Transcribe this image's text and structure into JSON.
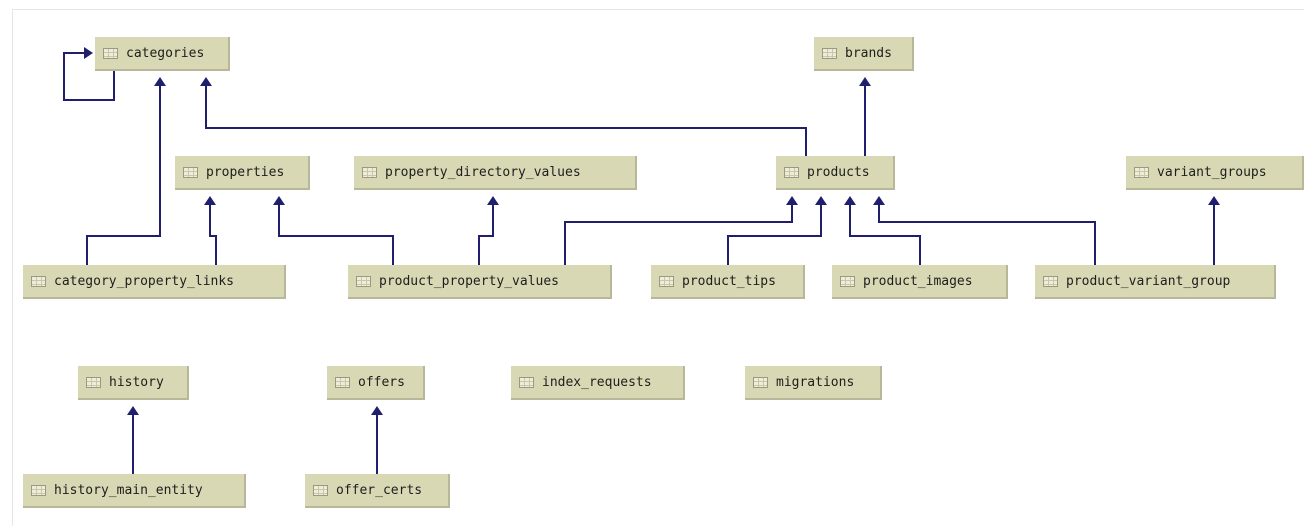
{
  "tables": {
    "categories": "categories",
    "brands": "brands",
    "properties": "properties",
    "property_directory_values": "property_directory_values",
    "products": "products",
    "variant_groups": "variant_groups",
    "category_property_links": "category_property_links",
    "product_property_values": "product_property_values",
    "product_tips": "product_tips",
    "product_images": "product_images",
    "product_variant_group": "product_variant_group",
    "history": "history",
    "offers": "offers",
    "index_requests": "index_requests",
    "migrations": "migrations",
    "history_main_entity": "history_main_entity",
    "offer_certs": "offer_certs"
  },
  "icons": {
    "table": "table-icon",
    "arrow": "arrow-up-icon"
  },
  "colors": {
    "node_fill": "#d9d8b4",
    "edge": "#1f1f6e",
    "background": "#ffffff"
  }
}
